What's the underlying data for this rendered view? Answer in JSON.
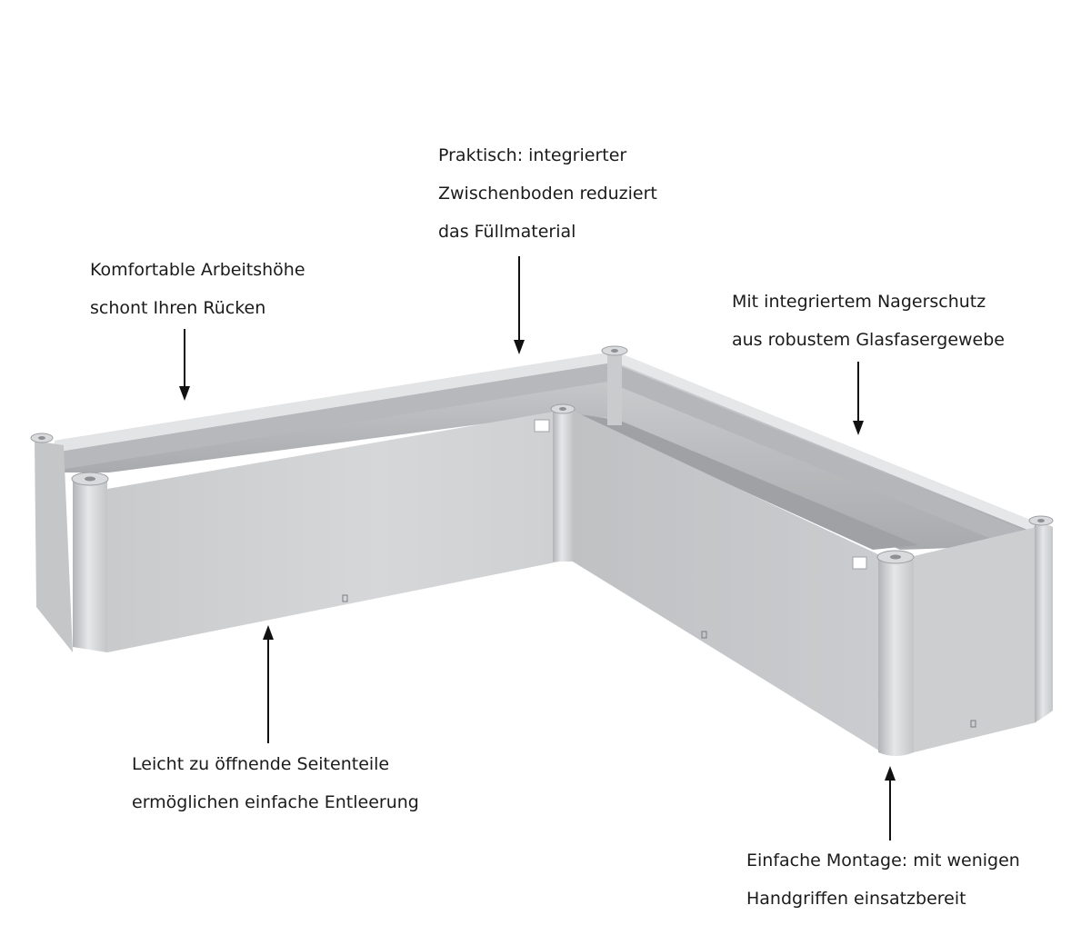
{
  "callouts": {
    "top_center": {
      "lines": [
        "Praktisch: integrierter",
        "Zwischenboden reduziert",
        "das Füllmaterial"
      ]
    },
    "top_left": {
      "lines": [
        "Komfortable Arbeitshöhe",
        "schont Ihren Rücken"
      ]
    },
    "top_right": {
      "lines": [
        "Mit integriertem Nagerschutz",
        "aus robustem Glasfasergewebe"
      ]
    },
    "bottom_left": {
      "lines": [
        "Leicht zu öffnende Seitenteile",
        "ermöglichen einfache Entleerung"
      ]
    },
    "bottom_right": {
      "lines": [
        "Einfache Montage: mit wenigen",
        "Handgriffen einsatzbereit"
      ]
    }
  },
  "colors": {
    "background": "#ffffff",
    "panel_light": "#d3d4d6",
    "panel_mid": "#c2c4c7",
    "panel_dark": "#a9abae",
    "inner_wall": "#b8babd",
    "text": "#1b1b1b",
    "arrow": "#111111"
  }
}
